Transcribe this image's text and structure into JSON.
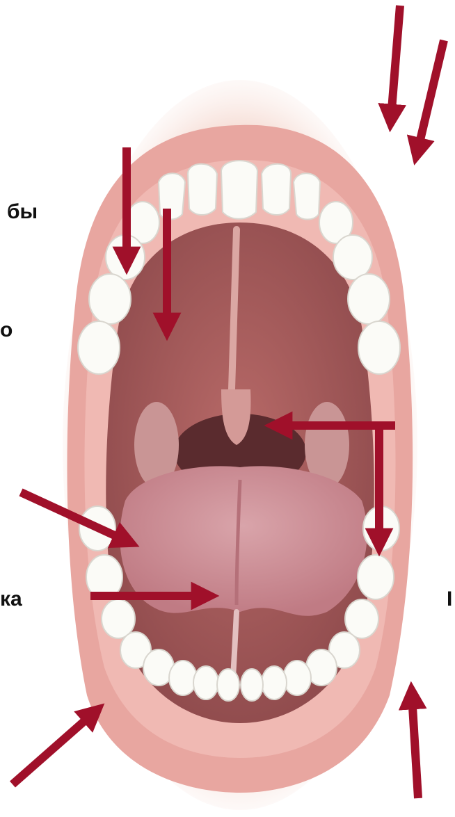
{
  "diagram": {
    "labels": {
      "teeth": "бы",
      "palate": "о",
      "frenulum": "ка",
      "right_cut": "I"
    },
    "arrow_color": "#a0102a",
    "icons": {
      "mouth": "open-mouth-illustration",
      "arrow": "pointer-arrow"
    }
  }
}
